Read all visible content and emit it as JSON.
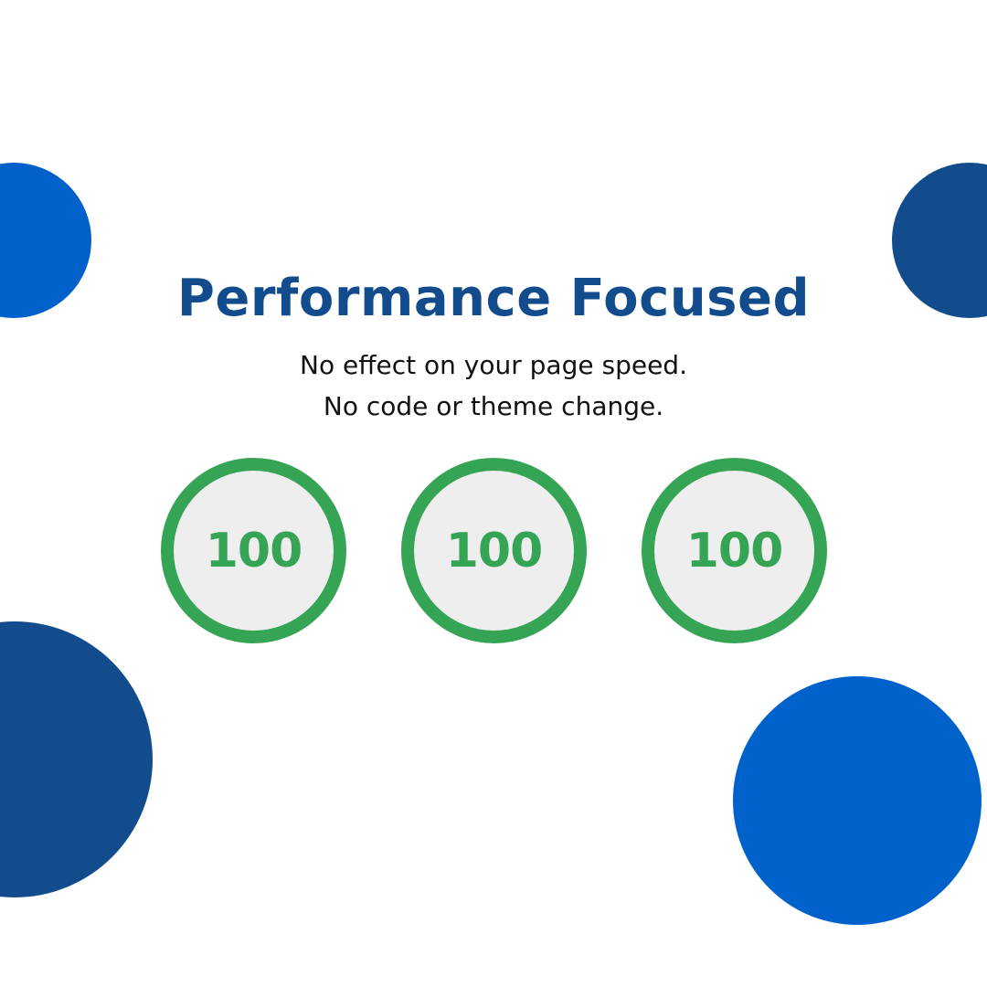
{
  "title": "Performance Focused",
  "subtitle_lines": [
    "No effect on your page speed.",
    "No code or theme change."
  ],
  "scores": [
    {
      "value": "100"
    },
    {
      "value": "100"
    },
    {
      "value": "100"
    }
  ],
  "colors": {
    "title": "#124C8C",
    "blue_light": "#0061CB",
    "blue_dark": "#124C8C",
    "score_ring": "#35A454",
    "score_fill": "#EEEEEE",
    "score_text": "#35A454"
  }
}
